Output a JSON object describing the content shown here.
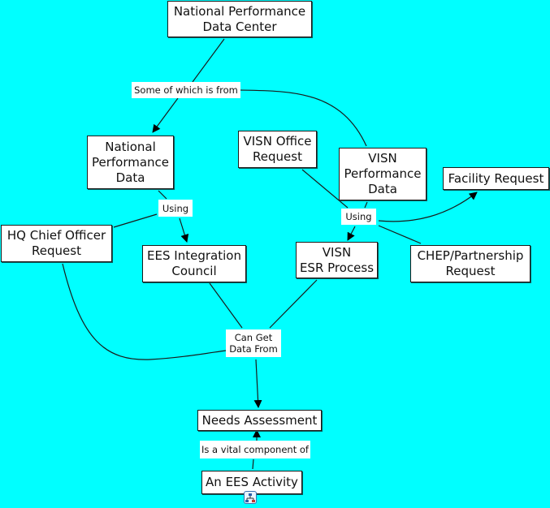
{
  "map": {
    "background_color": "#00ffff",
    "concepts": {
      "npdc": "National Performance\nData Center",
      "npd": "National\nPerformance\nData",
      "visn_office": "VISN Office\nRequest",
      "visn_pd": "VISN\nPerformance\nData",
      "facility": "Facility Request",
      "hq_chief": "HQ Chief Officer\nRequest",
      "ees_council": "EES Integration\nCouncil",
      "visn_esr": "VISN\nESR Process",
      "chep": "CHEP/Partnership\nRequest",
      "needs": "Needs Assessment",
      "ees_activity": "An EES Activity"
    },
    "linking_phrases": {
      "some_of_which": "Some of which is from",
      "using_left": "Using",
      "using_right": "Using",
      "can_get": "Can Get\nData From",
      "vital": "Is a vital component of"
    },
    "attached_icon": "submap-icon"
  }
}
